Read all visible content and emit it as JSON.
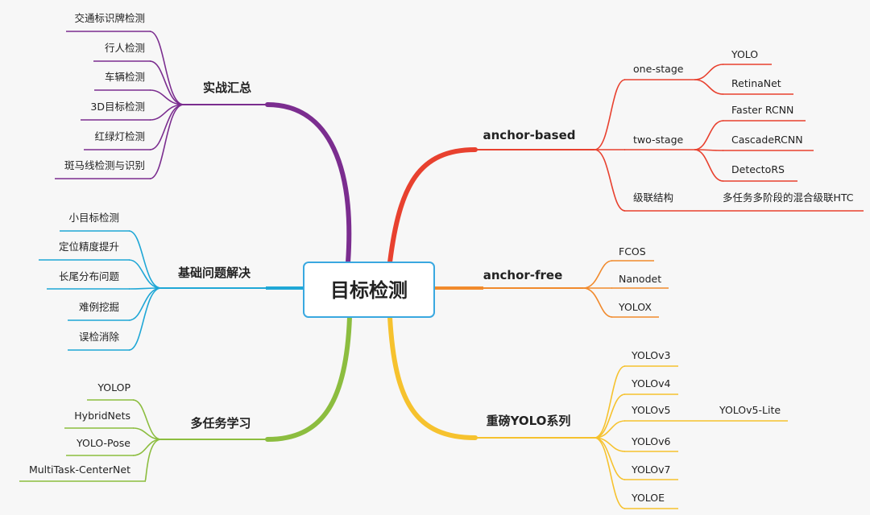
{
  "root": {
    "label": "目标检测"
  },
  "branches": {
    "shizhan": {
      "label": "实战汇总",
      "color": "#7b2d8f",
      "items": [
        "交通标识牌检测",
        "行人检测",
        "车辆检测",
        "3D目标检测",
        "红绿灯检测",
        "斑马线检测与识别"
      ]
    },
    "jichu": {
      "label": "基础问题解决",
      "color": "#1fa7d6",
      "items": [
        "小目标检测",
        "定位精度提升",
        "长尾分布问题",
        "难例挖掘",
        "误检消除"
      ]
    },
    "duorenwu": {
      "label": "多任务学习",
      "color": "#8cbd3f",
      "items": [
        "YOLOP",
        "HybridNets",
        "YOLO-Pose",
        "MultiTask-CenterNet"
      ]
    },
    "anchor_based": {
      "label": "anchor-based",
      "color": "#e8412f",
      "one_stage": {
        "label": "one-stage",
        "items": [
          "YOLO",
          "RetinaNet"
        ]
      },
      "two_stage": {
        "label": "two-stage",
        "items": [
          "Faster RCNN",
          "CascadeRCNN",
          "DetectoRS"
        ]
      },
      "cascade": {
        "label": "级联结构",
        "item": "多任务多阶段的混合级联HTC"
      }
    },
    "anchor_free": {
      "label": "anchor-free",
      "color": "#f18a2c",
      "items": [
        "FCOS",
        "Nanodet",
        "YOLOX"
      ]
    },
    "yolo": {
      "label": "重磅YOLO系列",
      "color": "#f6c22e",
      "items": [
        "YOLOv3",
        "YOLOv4",
        "YOLOv5",
        "YOLOv6",
        "YOLOv7",
        "YOLOE"
      ],
      "v5_child": "YOLOv5-Lite"
    }
  }
}
